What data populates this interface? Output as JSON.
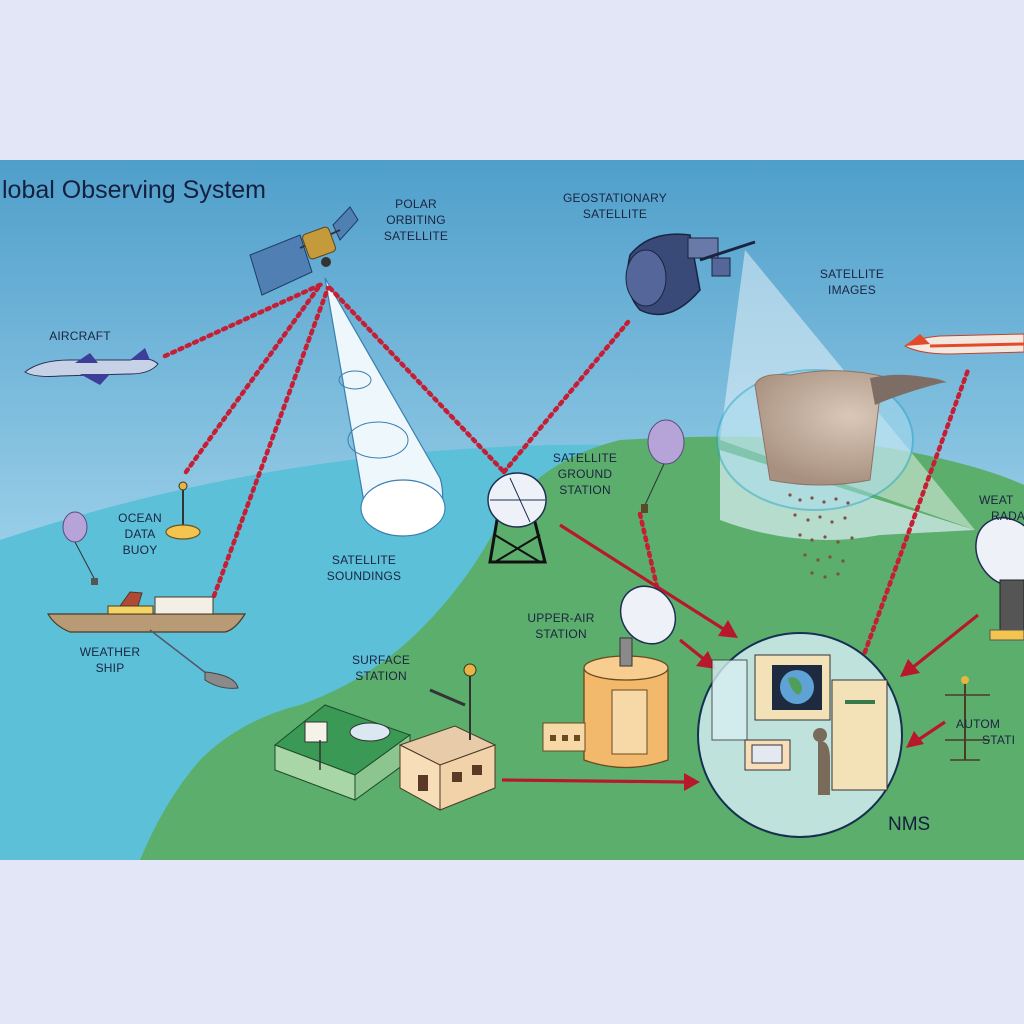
{
  "title": "lobal Observing System",
  "labels": {
    "polar_satellite": [
      "POLAR",
      "ORBITING",
      "SATELLITE"
    ],
    "geostationary_satellite": [
      "GEOSTATIONARY",
      "SATELLITE"
    ],
    "satellite_images": [
      "SATELLITE",
      "IMAGES"
    ],
    "aircraft": "AIRCRAFT",
    "ocean_data_buoy": [
      "OCEAN",
      "DATA",
      "BUOY"
    ],
    "satellite_ground_station": [
      "SATELLITE",
      "GROUND",
      "STATION"
    ],
    "weather_radar": [
      "WEAT",
      "RADA"
    ],
    "satellite_soundings": [
      "SATELLITE",
      "SOUNDINGS"
    ],
    "weather_ship": [
      "WEATHER",
      "SHIP"
    ],
    "upper_air_station": [
      "UPPER-AIR",
      "STATION"
    ],
    "surface_station": [
      "SURFACE",
      "STATION"
    ],
    "automatic_station": [
      "AUTOM",
      "STATI"
    ],
    "nms": "NMS"
  },
  "colors": {
    "background": "#e2e6f7",
    "sky_top": "#4f9fcb",
    "sky_bottom": "#c6e6f4",
    "ocean": "#5bc0d8",
    "land": "#5cae6c",
    "link_red": "#c41f35"
  }
}
